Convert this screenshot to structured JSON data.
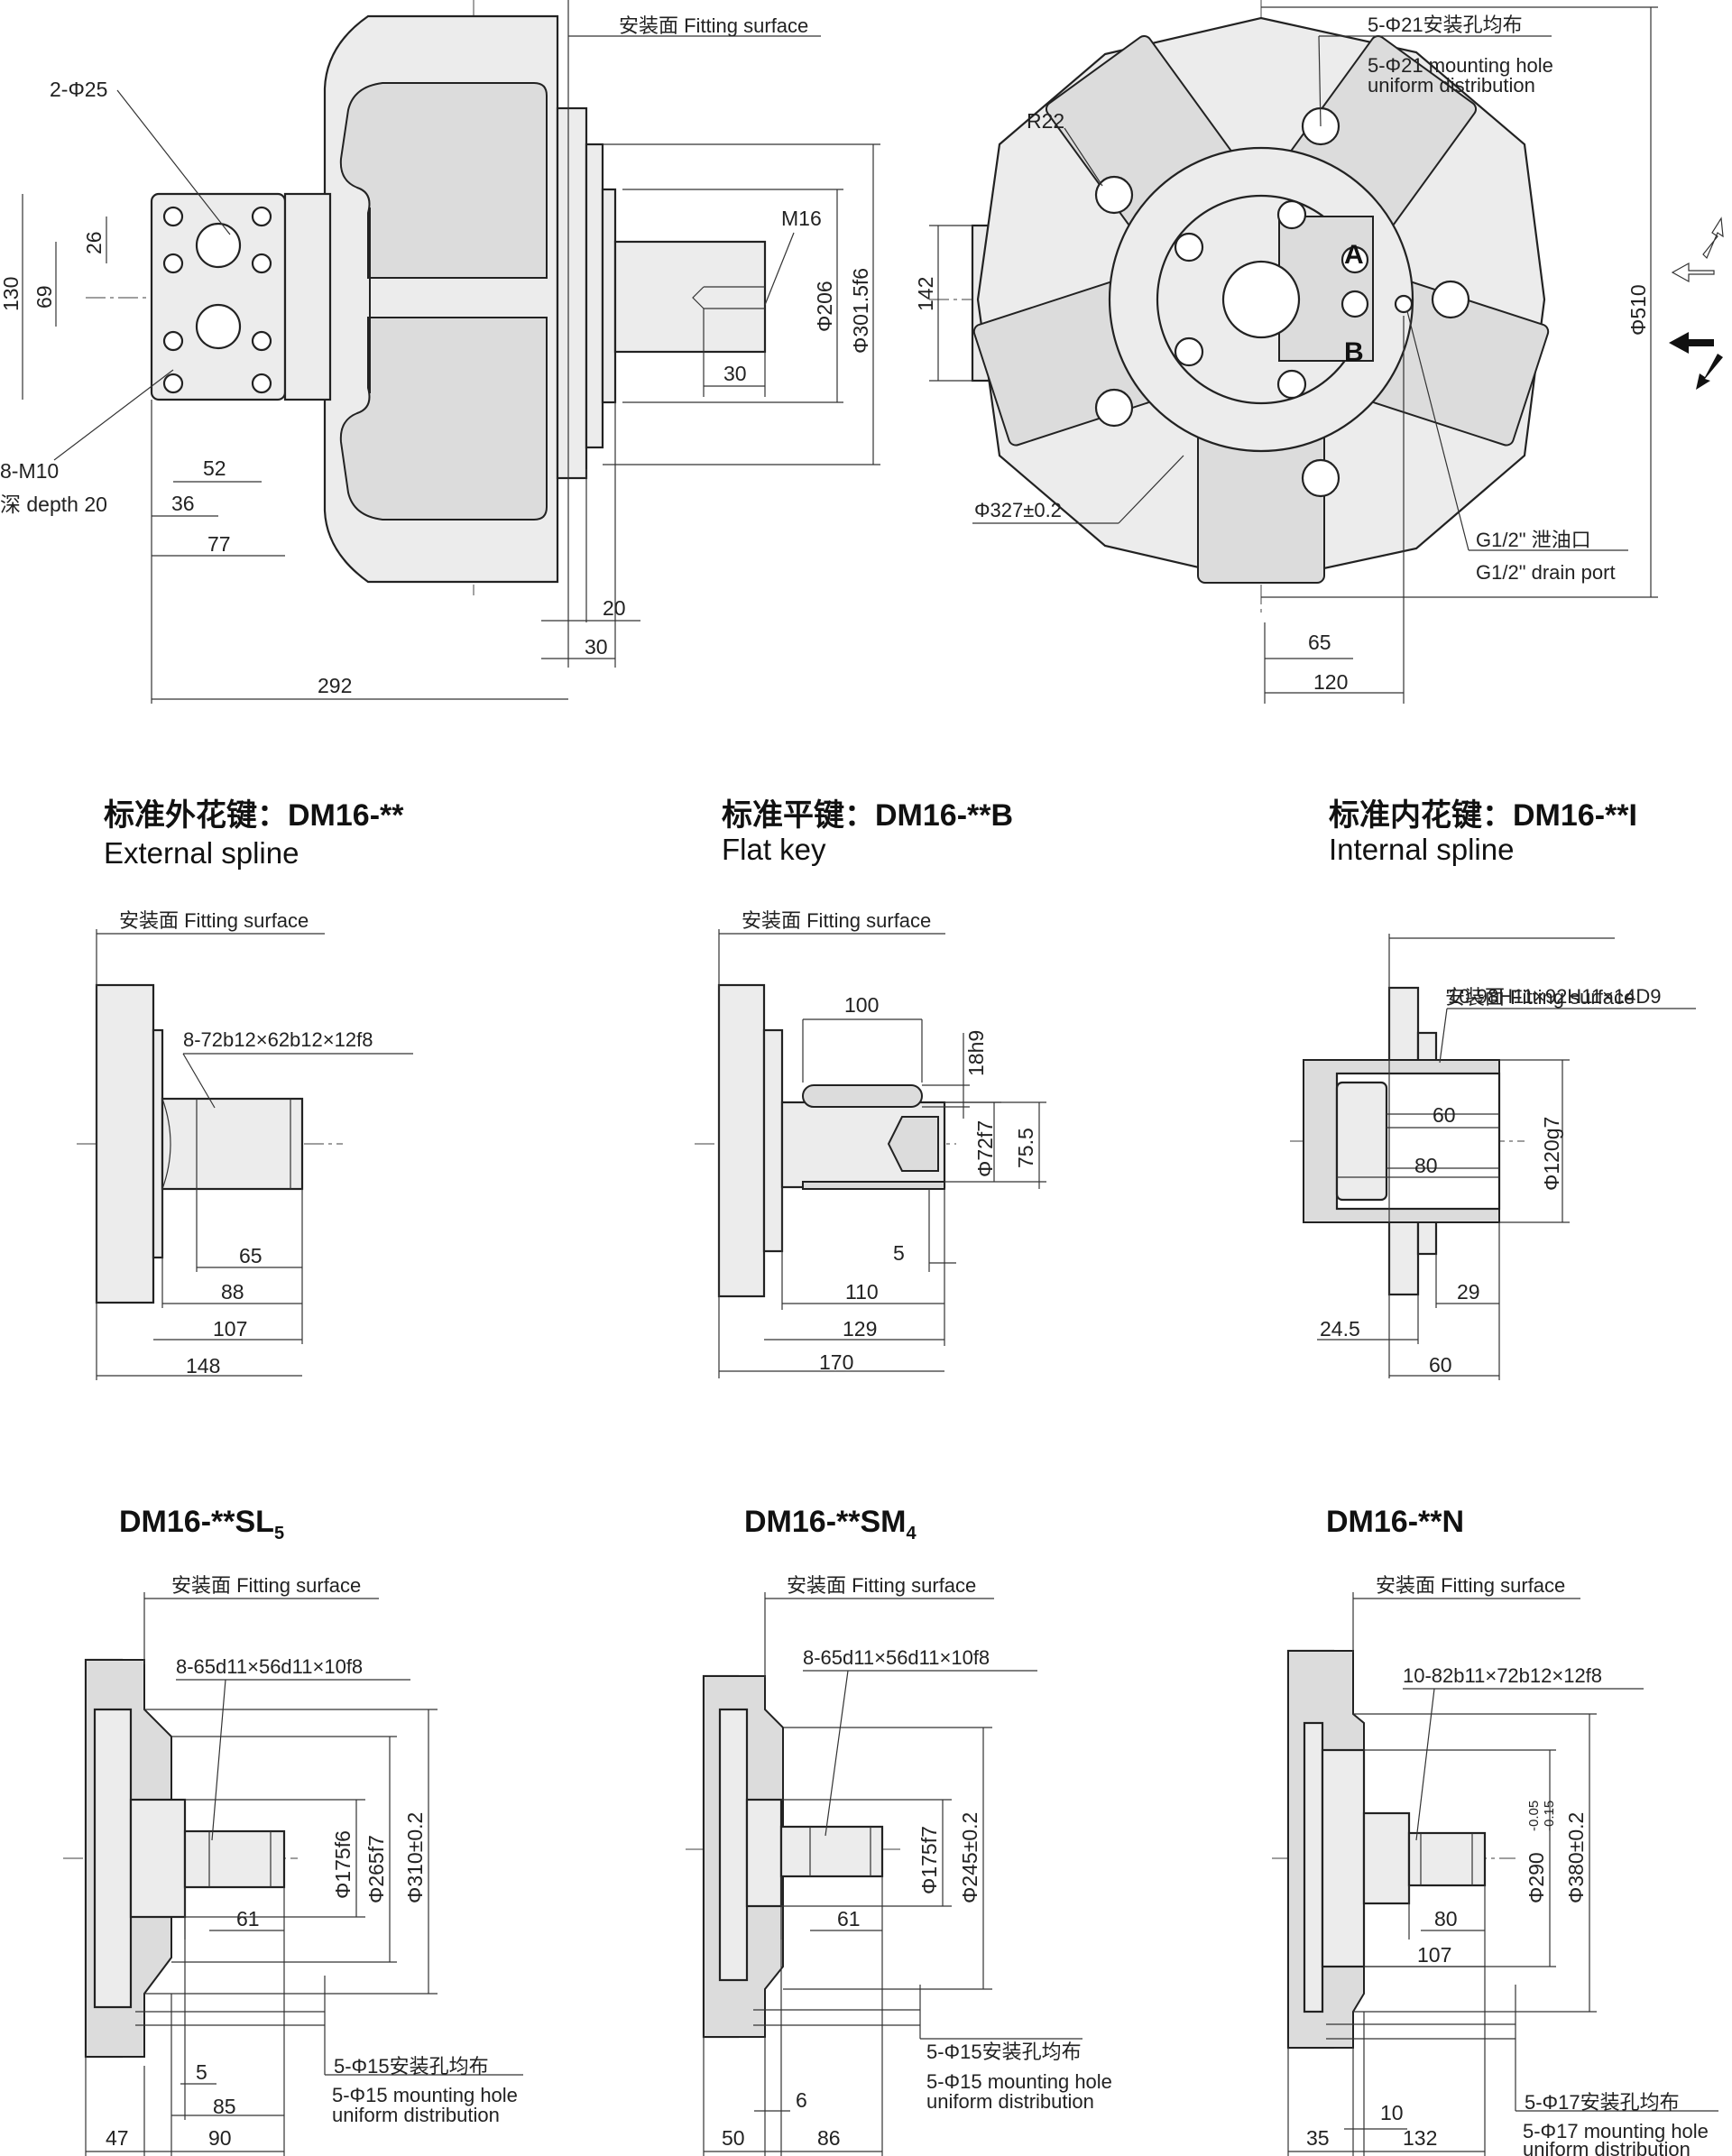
{
  "main_front": {
    "fitting_surface": "安装面 Fitting surface",
    "d_2phi25": "2-Φ25",
    "d_m16": "M16",
    "d_130": "130",
    "d_69": "69",
    "d_26": "26",
    "d_8m10": "8-M10",
    "d_depth": "深 depth 20",
    "d_52": "52",
    "d_36": "36",
    "d_77": "77",
    "d_292": "292",
    "d_20": "20",
    "d_30a": "30",
    "d_30b": "30",
    "d_phi206": "Φ206",
    "d_phi301": "Φ301.5f6"
  },
  "main_side": {
    "hole_cn": "5-Φ21安装孔均布",
    "hole_en1": "5-Φ21 mounting hole",
    "hole_en2": "uniform distribution",
    "r22": "R22",
    "d_142": "142",
    "port_a": "A",
    "port_b": "B",
    "d_327": "Φ327±0.2",
    "drain_cn": "G1/2\" 泄油口",
    "drain_en": "G1/2\" drain port",
    "d_65": "65",
    "d_120": "120",
    "d_510": "Φ510"
  },
  "variants": {
    "ext": {
      "title_cn": "标准外花键：DM16-**",
      "title_en": "External spline",
      "fitting": "安装面 Fitting surface",
      "spec": "8-72b12×62b12×12f8",
      "d1": "65",
      "d2": "88",
      "d3": "107",
      "d4": "148"
    },
    "flat": {
      "title_cn": "标准平键：DM16-**B",
      "title_en": "Flat key",
      "fitting": "安装面 Fitting surface",
      "d_100": "100",
      "d_18h9": "18h9",
      "d_72f7": "Φ72f7",
      "d_75": "75.5",
      "d_5": "5",
      "d_110": "110",
      "d_129": "129",
      "d_170": "170"
    },
    "int": {
      "title_cn": "标准内花键：DM16-**I",
      "title_en": "Internal spline",
      "fitting": "安装面 Fitting surface",
      "spec": "10-98H11×92H11×14D9",
      "d_60a": "60",
      "d_80": "80",
      "d_120g7": "Φ120g7",
      "d_29": "29",
      "d_245": "24.5",
      "d_60b": "60"
    },
    "sl5": {
      "title": "DM16-**SL",
      "title_sub": "5",
      "fitting": "安装面 Fitting surface",
      "spec": "8-65d11×56d11×10f8",
      "d_175": "Φ175f6",
      "d_265": "Φ265f7",
      "d_310": "Φ310±0.2",
      "d_61": "61",
      "d_5": "5",
      "d_85": "85",
      "d_47": "47",
      "d_90": "90",
      "hole_cn": "5-Φ15安装孔均布",
      "hole_en1": "5-Φ15 mounting hole",
      "hole_en2": "uniform distribution"
    },
    "sm4": {
      "title": "DM16-**SM",
      "title_sub": "4",
      "fitting": "安装面 Fitting surface",
      "spec": "8-65d11×56d11×10f8",
      "d_175": "Φ175f7",
      "d_245": "Φ245±0.2",
      "d_61": "61",
      "d_6": "6",
      "d_50": "50",
      "d_86": "86",
      "hole_cn": "5-Φ15安装孔均布",
      "hole_en1": "5-Φ15 mounting hole",
      "hole_en2": "uniform distribution"
    },
    "n": {
      "title": "DM16-**N",
      "fitting": "安装面 Fitting surface",
      "spec": "10-82b11×72b12×12f8",
      "d_290": "Φ290",
      "tol_up": "-0.05",
      "tol_dn": "-0.15",
      "d_380": "Φ380±0.2",
      "d_80": "80",
      "d_107": "107",
      "d_10": "10",
      "d_35": "35",
      "d_132": "132",
      "hole_cn": "5-Φ17安装孔均布",
      "hole_en1": "5-Φ17 mounting hole",
      "hole_en2": "uniform distribution"
    }
  }
}
